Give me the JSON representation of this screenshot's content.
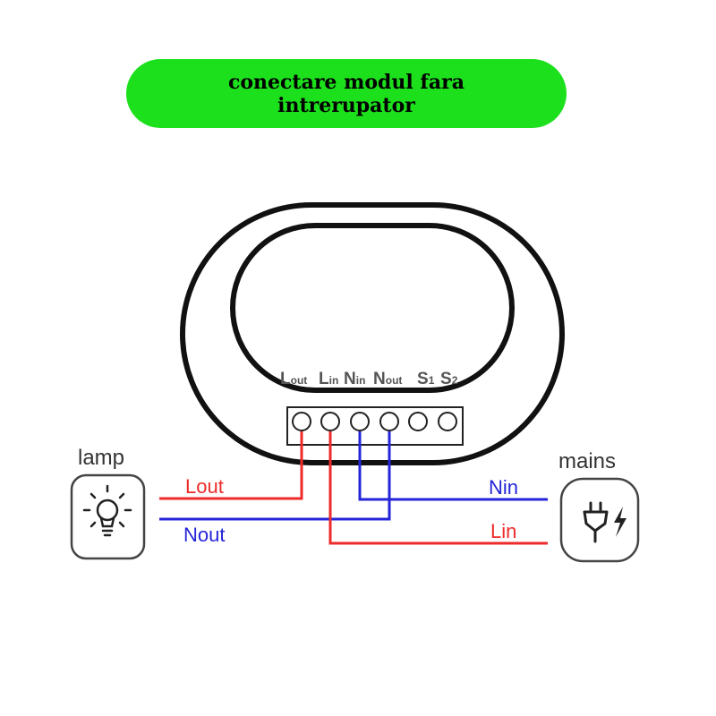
{
  "banner": {
    "line1": "conectare modul fara",
    "line2": "intrerupator"
  },
  "terminals": [
    {
      "main": "L",
      "sub": "out"
    },
    {
      "main": "L",
      "sub": "in"
    },
    {
      "main": "N",
      "sub": "in"
    },
    {
      "main": "N",
      "sub": "out"
    },
    {
      "main": "S",
      "sub": "1"
    },
    {
      "main": "S",
      "sub": "2"
    }
  ],
  "lamp": {
    "label": "lamp",
    "icon": "lightbulb-icon"
  },
  "mains": {
    "label": "mains",
    "icon": "plug-icon"
  },
  "wires": {
    "lout": {
      "label": "Lout",
      "color": "#ee2b2b"
    },
    "nout": {
      "label": "Nout",
      "color": "#2424d8"
    },
    "nin": {
      "label": "Nin",
      "color": "#2424d8"
    },
    "lin": {
      "label": "Lin",
      "color": "#ee2b2b"
    }
  }
}
